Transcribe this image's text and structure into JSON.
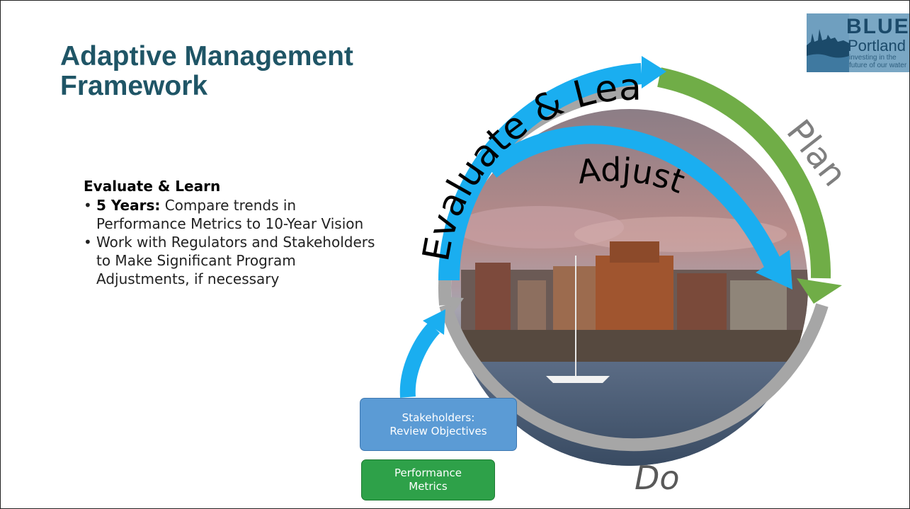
{
  "title": {
    "line1": "Adaptive Management",
    "line2": "Framework"
  },
  "body": {
    "heading": "Evaluate & Learn",
    "bullets": [
      {
        "bold": "5 Years:",
        "text": " Compare trends in Performance Metrics to 10-Year Vision"
      },
      {
        "bold": "",
        "text": "Work with Regulators and Stakeholders to Make Significant Program Adjustments, if necessary"
      }
    ]
  },
  "cycle": {
    "evaluate_label": "Evaluate & Learn",
    "plan_label": "Plan",
    "adjust_label": "Adjust",
    "do_label": "Do"
  },
  "boxes": {
    "stakeholders_line1": "Stakeholders:",
    "stakeholders_line2": "Review Objectives",
    "metrics_line1": "Performance",
    "metrics_line2": "Metrics"
  },
  "logo": {
    "word": "BLUE",
    "city": "Portland",
    "tagline": "investing in the future of our water"
  },
  "colors": {
    "title": "#1f5566",
    "blue_arrow": "#1aaef0",
    "green_arrow": "#70ad47",
    "gray_arc": "#a6a6a6",
    "stakeholders_box": "#5b9bd5",
    "metrics_box": "#2ea149"
  }
}
